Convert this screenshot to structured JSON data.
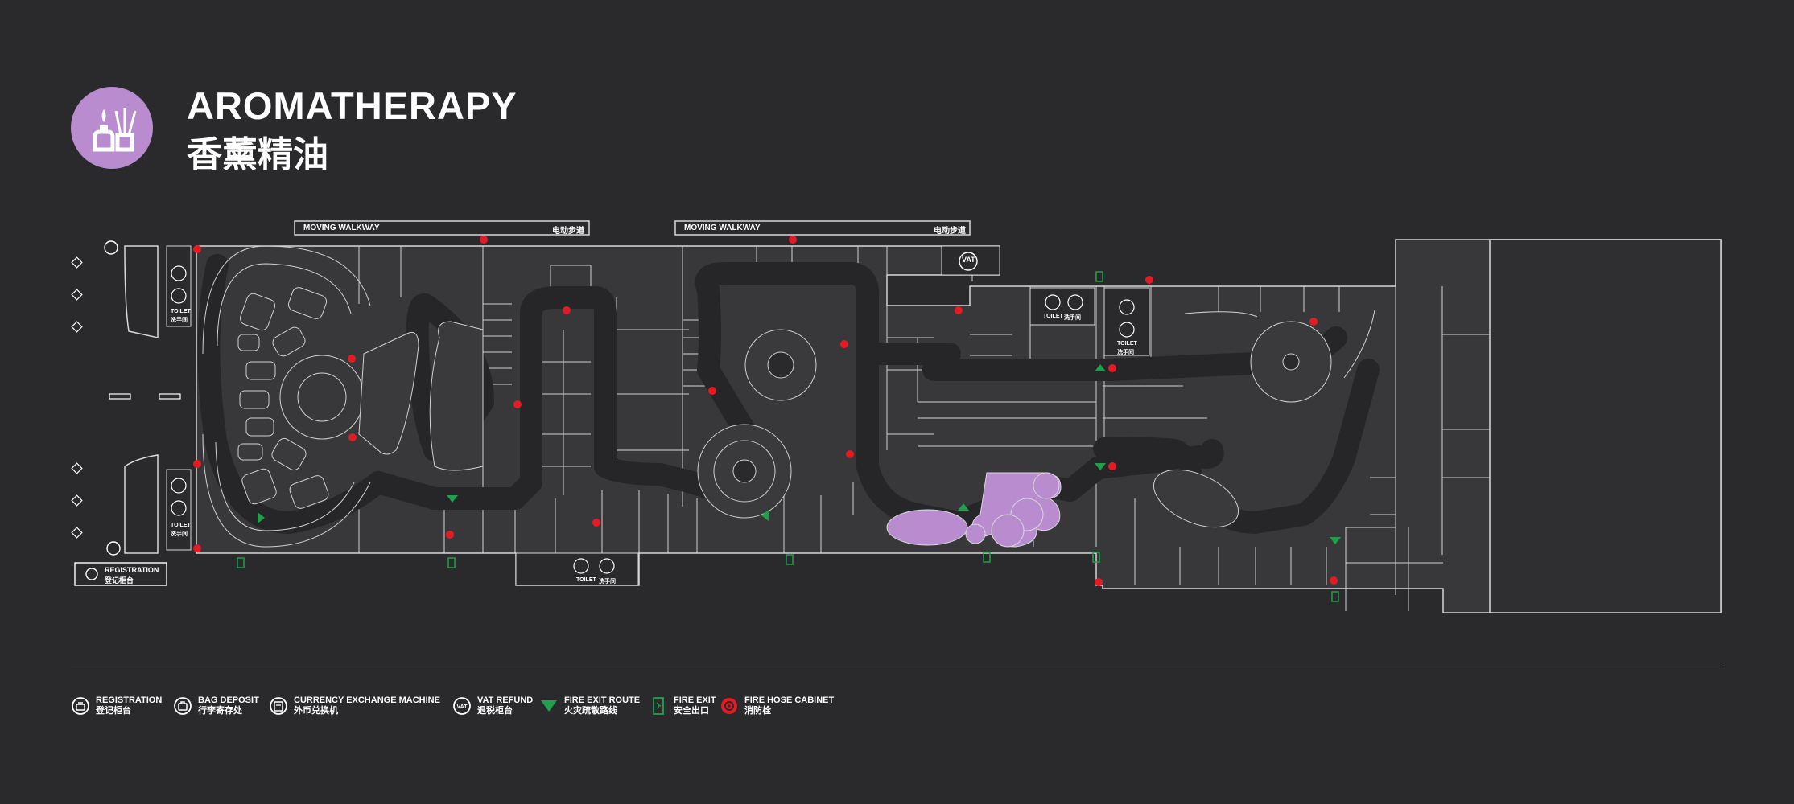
{
  "header": {
    "title_en": "AROMATHERAPY",
    "title_cn": "香薰精油",
    "icon": "aroma-bottle-icon",
    "accent_color": "#b88ccf"
  },
  "map": {
    "walkway_1": {
      "en": "MOVING WALKWAY",
      "cn": "电动步道"
    },
    "walkway_2": {
      "en": "MOVING WALKWAY",
      "cn": "电动步道"
    },
    "vat_label": "VAT",
    "toilet_label_en": "TOILET",
    "toilet_label_cn": "洗手间",
    "registration": {
      "en": "REGISTRATION",
      "cn": "登记柜台"
    },
    "highlight_color": "#b88ccf",
    "fire_exit_color": "#1fa04a",
    "fire_hose_color": "#e31b23"
  },
  "legend": [
    {
      "en": "REGISTRATION",
      "cn": "登记柜台",
      "icon": "registration-icon"
    },
    {
      "en": "BAG DEPOSIT",
      "cn": "行李寄存处",
      "icon": "bag-deposit-icon"
    },
    {
      "en": "CURRENCY EXCHANGE MACHINE",
      "cn": "外币兑换机",
      "icon": "currency-exchange-icon"
    },
    {
      "en": "VAT REFUND",
      "cn": "退税柜台",
      "icon": "vat-refund-icon"
    },
    {
      "en": "FIRE EXIT ROUTE",
      "cn": "火灾疏散路线",
      "icon": "fire-exit-route-icon"
    },
    {
      "en": "FIRE EXIT",
      "cn": "安全出口",
      "icon": "fire-exit-icon"
    },
    {
      "en": "FIRE HOSE CABINET",
      "cn": "消防栓",
      "icon": "fire-hose-cabinet-icon"
    }
  ]
}
